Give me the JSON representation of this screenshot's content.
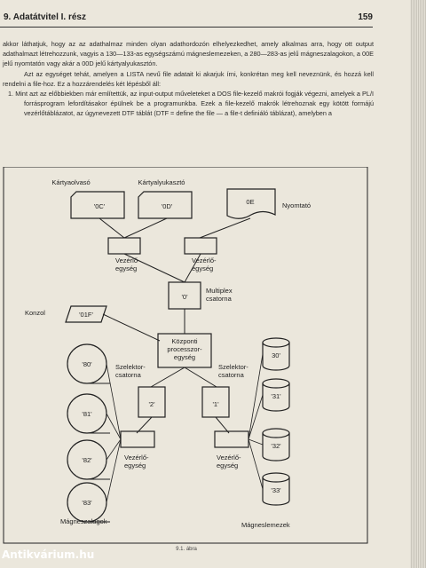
{
  "header": {
    "chapter": "9. Adatátvitel I. rész",
    "page_number": "159"
  },
  "body": {
    "para1": "akkor láthatjuk, hogy az az adathalmaz minden olyan adathordozón elhelyezkedhet, amely alkalmas arra, hogy ott output adathalmazt létrehozzunk, vagyis a 130—133-as egységszámú mágneslemezeken, a 280—283-as jelű mágneszalagokon, a 00E jelű nyomtatón vagy akár a 00D jelű kártyalyukasztón.",
    "para2": "Azt az egységet tehát, amelyen a LISTA nevű file adatait ki akarjuk írni, konkrétan meg kell neveznünk, és hozzá kell rendelni a file-hoz. Ez a hozzárendelés két lépésből áll:",
    "item1": "1.  Mint azt az előbbiekben már említettük, az input-output műveleteket a DOS file-kezelő makrói fogják végezni, amelyek a PL/I forrásprogram lefordításakor épülnek be a programunkba. Ezek a file-kezelő makrók létrehoznak egy kötött formájú vezérlőtáblázatot, az úgynevezett DTF táblát (DTF = define the file — a file-t definiáló táblázat), amelyben a"
  },
  "diagram": {
    "card_reader_label": "Kártyaolvasó",
    "card_punch_label": "Kártyalyukasztó",
    "printer_label": "Nyomtató",
    "card_reader_code": "'0C'",
    "card_punch_code": "'0D'",
    "printer_code": "0E",
    "control_unit_left": "Vezérlő-\negység",
    "control_unit_right": "Vezérlő-\negység",
    "multiplex_code": "'0'",
    "multiplex_label": "Multiplex\ncsatorna",
    "console_label": "Konzol",
    "console_code": "'01F'",
    "cpu_label": "Központi\nprocesszor-\negység",
    "selector_left_label": "Szelektor-\ncsatorna",
    "selector_right_label": "Szelektor-\ncsatorna",
    "selector_left_code": "'2'",
    "selector_right_code": "'1'",
    "tape_codes": [
      "'80'",
      "'81'",
      "'82'",
      "'83'"
    ],
    "disk_codes": [
      "30'",
      "'31'",
      "'32'",
      "'33'"
    ],
    "tape_control_label": "Vezérlő-\negység",
    "disk_control_label": "Vezérlő-\negység",
    "tapes_label": "Mágneszalagok",
    "disks_label": "Mágneslemezek"
  },
  "caption": "9.1. ábra",
  "watermark": "Antikvárium.hu"
}
